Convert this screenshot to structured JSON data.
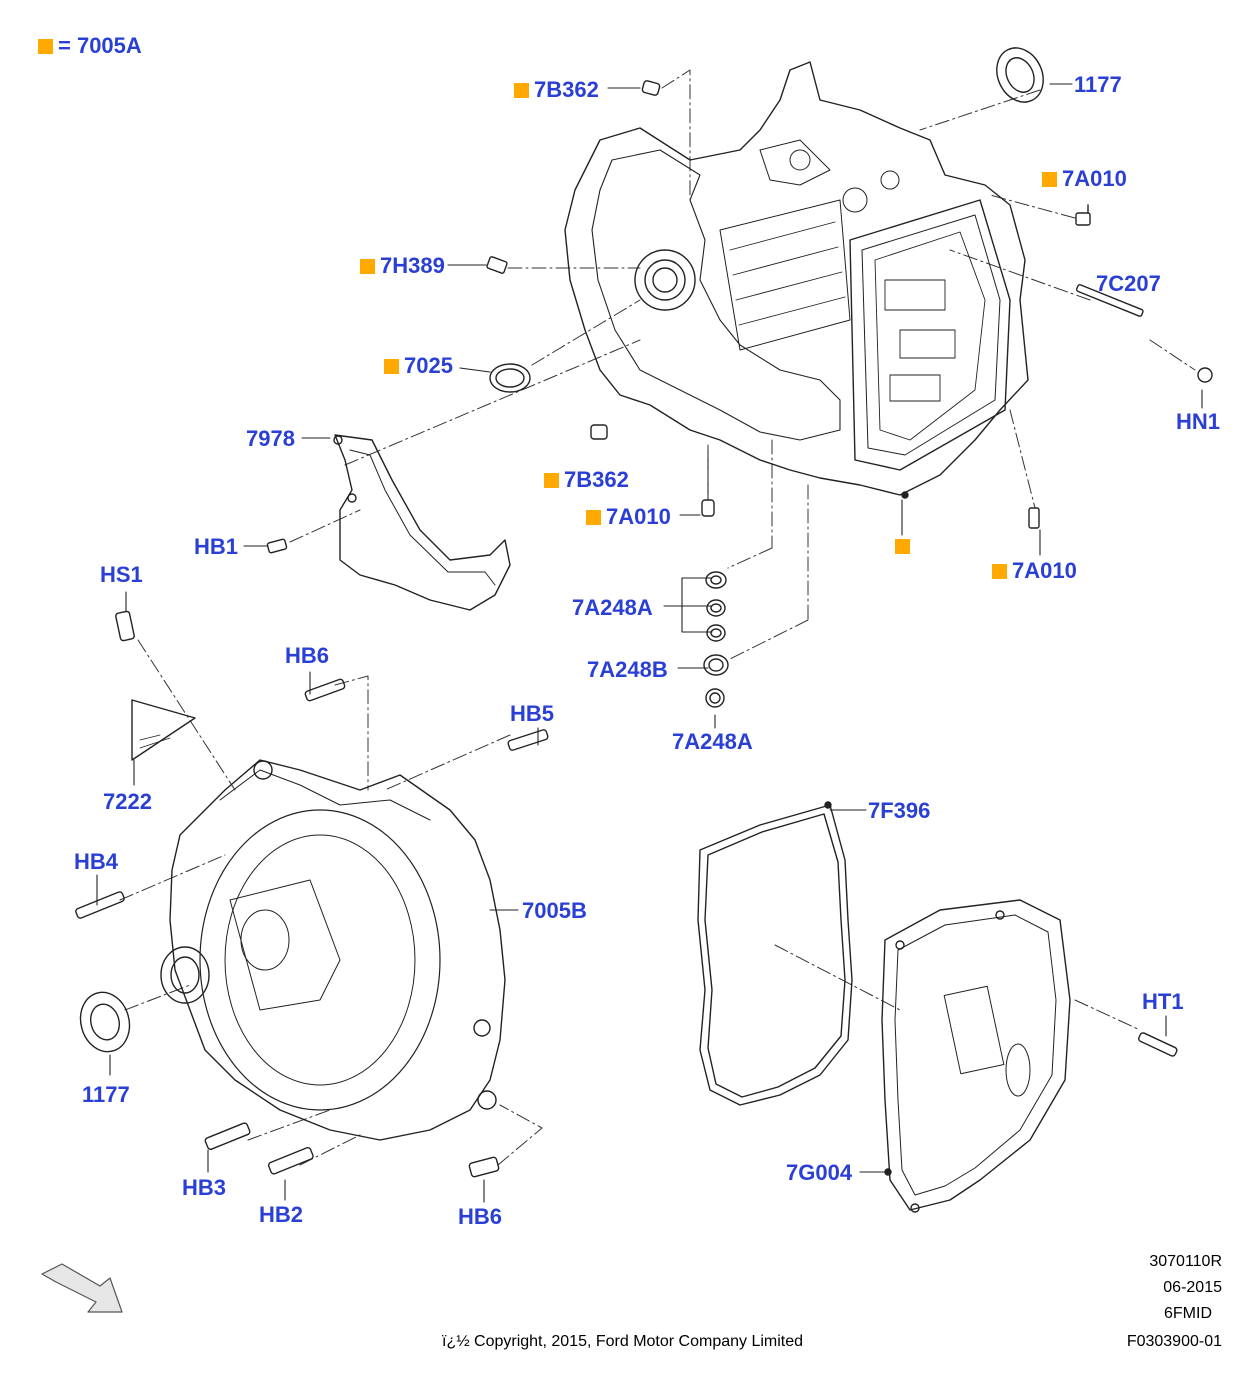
{
  "legend": {
    "marker_color": "#ffa800",
    "label": "= 7005A"
  },
  "label_color": "#2a3fd6",
  "callouts": [
    {
      "id": "7B362_top",
      "text": "7B362",
      "marked": true
    },
    {
      "id": "1177_top",
      "text": "1177",
      "marked": false
    },
    {
      "id": "7A010_r1",
      "text": "7A010",
      "marked": true
    },
    {
      "id": "7H389",
      "text": "7H389",
      "marked": true
    },
    {
      "id": "7C207",
      "text": "7C207",
      "marked": false
    },
    {
      "id": "7025",
      "text": "7025",
      "marked": true
    },
    {
      "id": "HN1",
      "text": "HN1",
      "marked": false
    },
    {
      "id": "7978",
      "text": "7978",
      "marked": false
    },
    {
      "id": "7B362_mid",
      "text": "7B362",
      "marked": true
    },
    {
      "id": "7A010_mid",
      "text": "7A010",
      "marked": true
    },
    {
      "id": "HB1",
      "text": "HB1",
      "marked": false
    },
    {
      "id": "7A010_r2",
      "text": "7A010",
      "marked": true
    },
    {
      "id": "HS1",
      "text": "HS1",
      "marked": false
    },
    {
      "id": "7A248A_1",
      "text": "7A248A",
      "marked": false
    },
    {
      "id": "HB6_top",
      "text": "HB6",
      "marked": false
    },
    {
      "id": "7A248B",
      "text": "7A248B",
      "marked": false
    },
    {
      "id": "HB5",
      "text": "HB5",
      "marked": false
    },
    {
      "id": "7A248A_2",
      "text": "7A248A",
      "marked": false
    },
    {
      "id": "7222",
      "text": "7222",
      "marked": false
    },
    {
      "id": "7F396",
      "text": "7F396",
      "marked": false
    },
    {
      "id": "HB4",
      "text": "HB4",
      "marked": false
    },
    {
      "id": "7005B",
      "text": "7005B",
      "marked": false
    },
    {
      "id": "HT1",
      "text": "HT1",
      "marked": false
    },
    {
      "id": "1177_bot",
      "text": "1177",
      "marked": false
    },
    {
      "id": "7G004",
      "text": "7G004",
      "marked": false
    },
    {
      "id": "HB3",
      "text": "HB3",
      "marked": false
    },
    {
      "id": "HB2",
      "text": "HB2",
      "marked": false
    },
    {
      "id": "HB6_bot",
      "text": "HB6",
      "marked": false
    }
  ],
  "footer": {
    "ref_number": "3070110R",
    "date": "06-2015",
    "code": "6FMID",
    "figure_id": "F0303900-01",
    "copyright": "ï¿½ Copyright, 2015, Ford Motor Company Limited"
  }
}
